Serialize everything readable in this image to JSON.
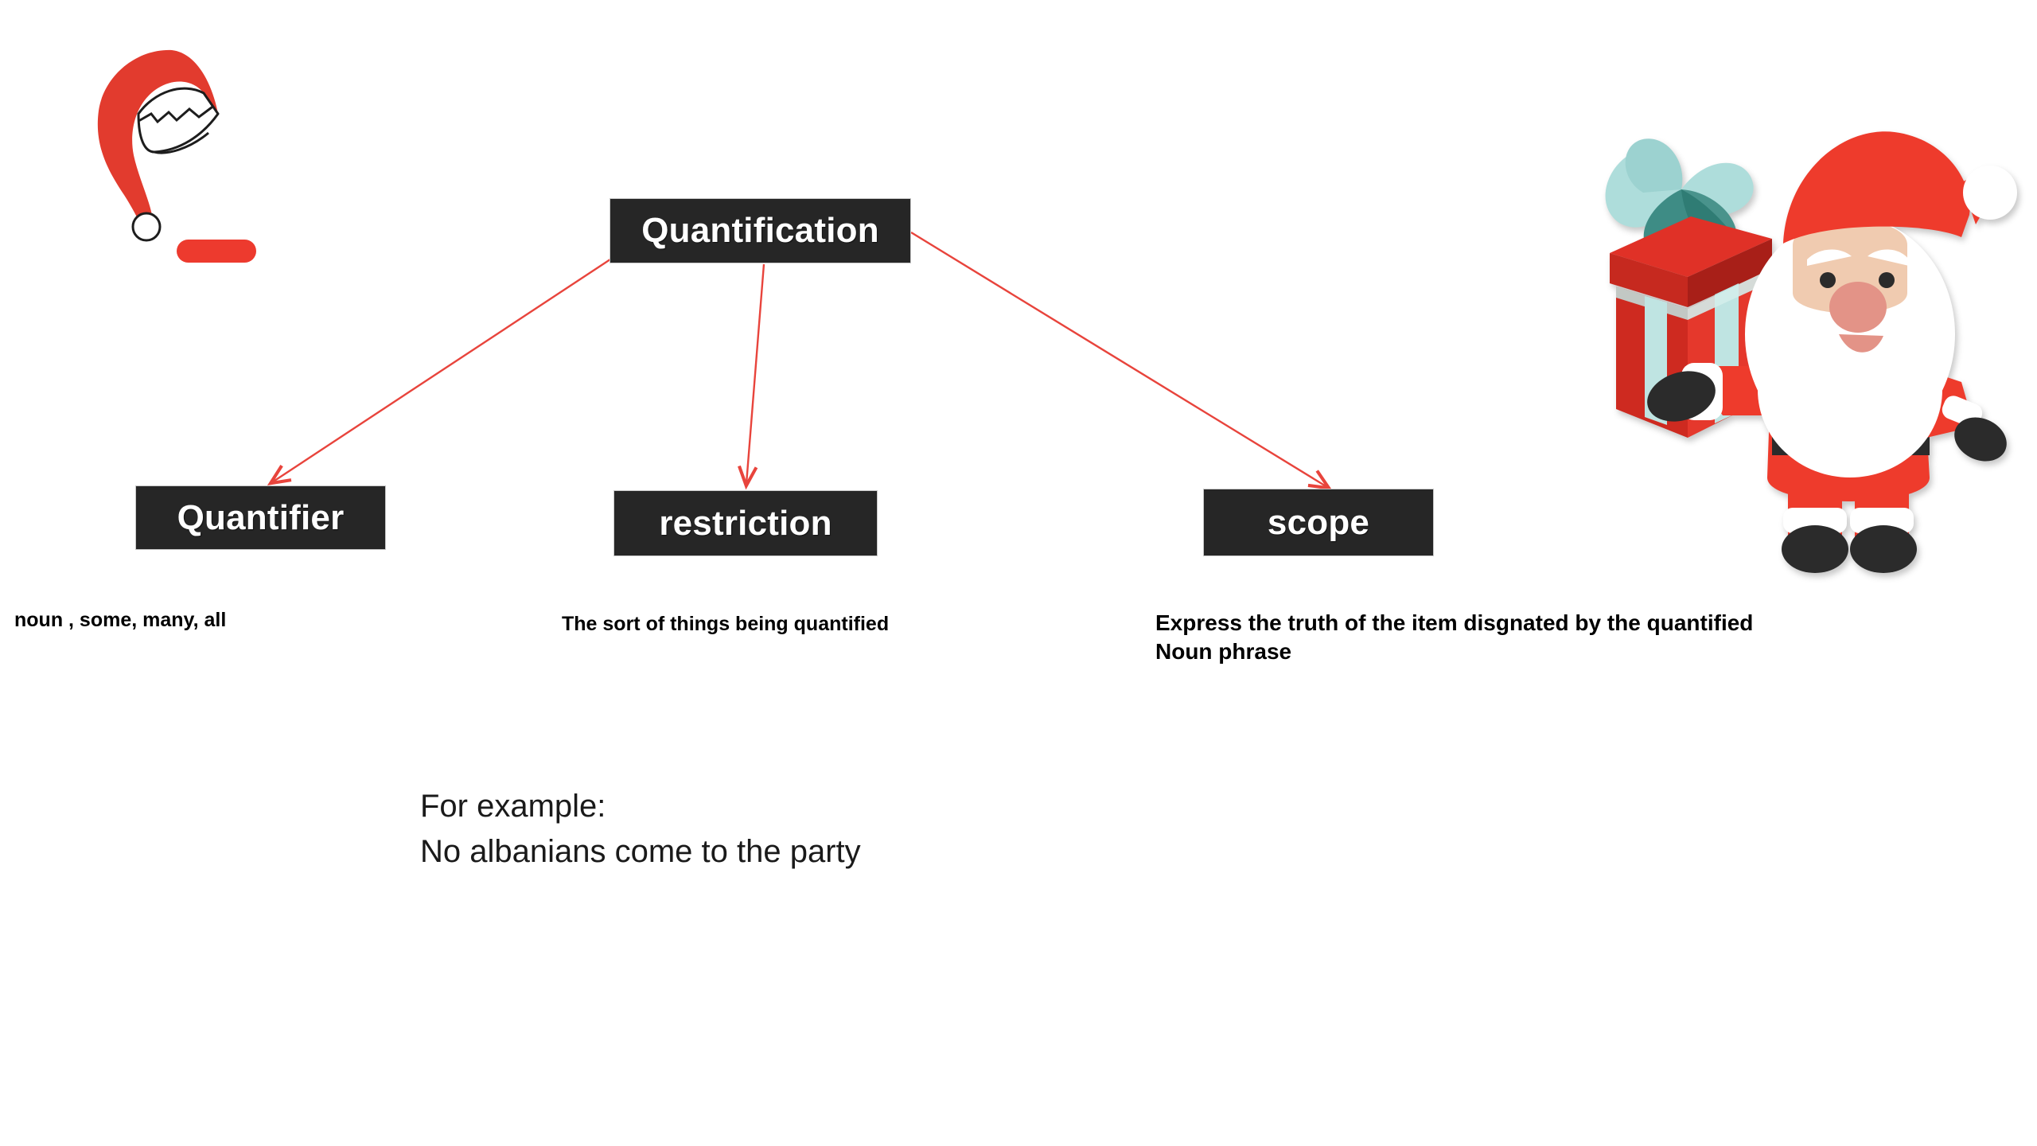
{
  "slide": {
    "background_color": "#ffffff",
    "accent_red": "#ED3A2E",
    "arrow_color": "#E8443C",
    "box_fill": "#262626",
    "box_text_color": "#ffffff"
  },
  "diagram": {
    "root": {
      "label": "Quantification"
    },
    "children": [
      {
        "label": "Quantifier",
        "caption": "noun , some, many, all"
      },
      {
        "label": "restriction",
        "caption": "The sort of things being quantified"
      },
      {
        "label": "scope",
        "caption_line1": "Express the truth of the item disgnated by the quantified",
        "caption_line2": "Noun phrase"
      }
    ]
  },
  "example": {
    "lead": "For example:",
    "sentence": "No albanians come to the party"
  },
  "decorations": {
    "santa_hat": "santa-hat-icon",
    "red_bar": "red-bar-shape",
    "santa_with_gift": "santa-claus-with-gift-icon"
  }
}
